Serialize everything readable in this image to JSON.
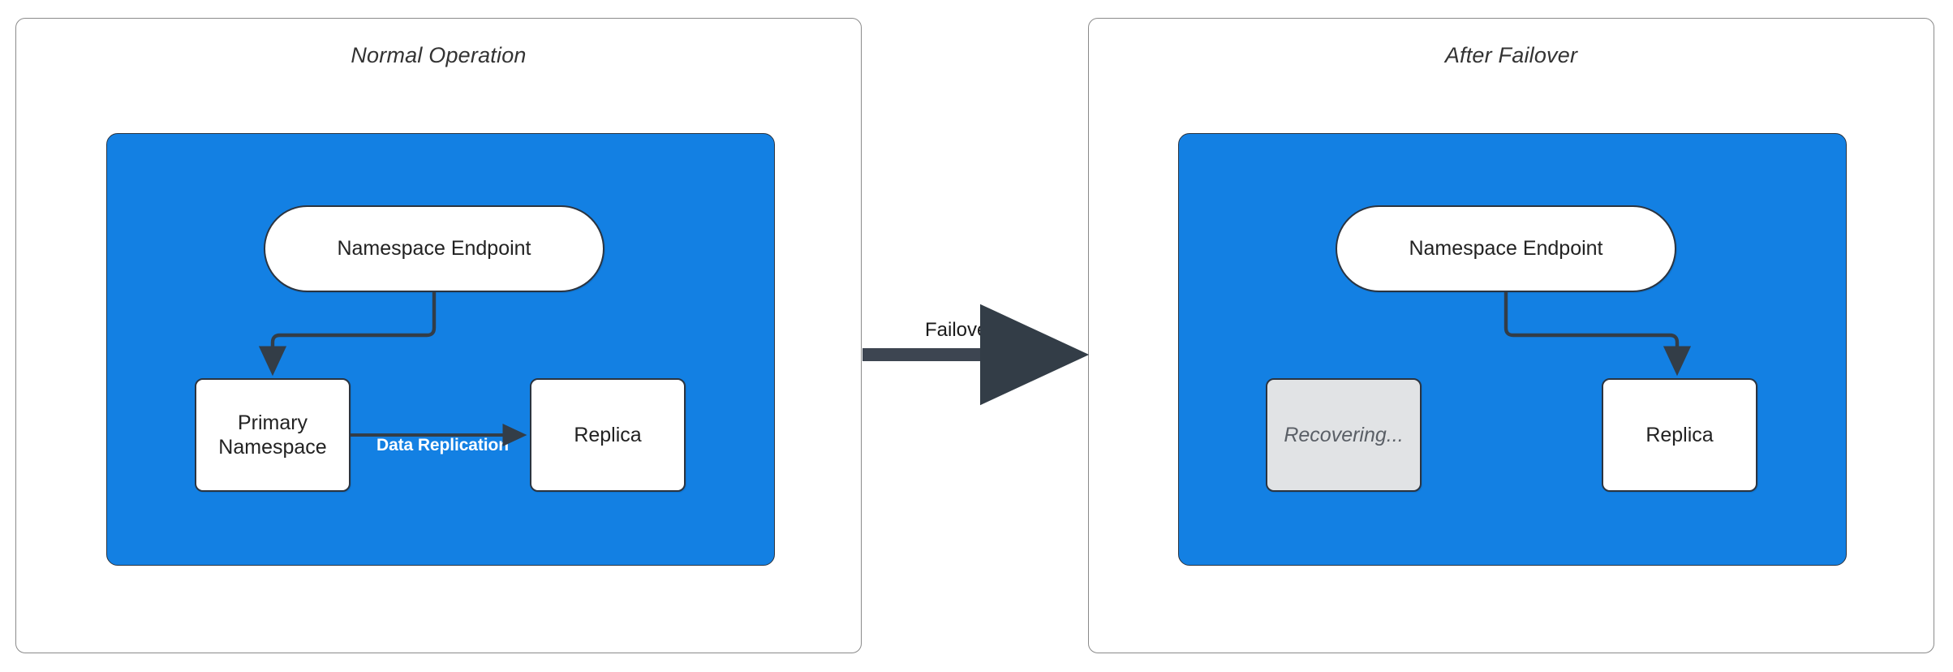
{
  "diagram": {
    "title_left": "Normal Operation",
    "title_right": "After Failover",
    "colors": {
      "cluster_blue": "#1380e3",
      "stroke_dark": "#2b3440",
      "panel_border": "#8a8a8a",
      "dim_fill": "#e1e3e5",
      "dim_text": "#5a5f66",
      "edge_label_text": "#ffffff"
    }
  },
  "left_panel": {
    "title": "Normal Operation",
    "nodes": {
      "endpoint": "Namespace Endpoint",
      "primary": "Primary\nNamespace",
      "primary_line1": "Primary",
      "primary_line2": "Namespace",
      "replica": "Replica"
    },
    "edges": {
      "endpoint_to_primary": "",
      "primary_to_replica": "Data Replication"
    }
  },
  "middle": {
    "transition_label": "Failover"
  },
  "right_panel": {
    "title": "After Failover",
    "nodes": {
      "endpoint": "Namespace Endpoint",
      "recovering": "Recovering...",
      "replica": "Replica"
    },
    "edges": {
      "endpoint_to_replica": ""
    }
  }
}
